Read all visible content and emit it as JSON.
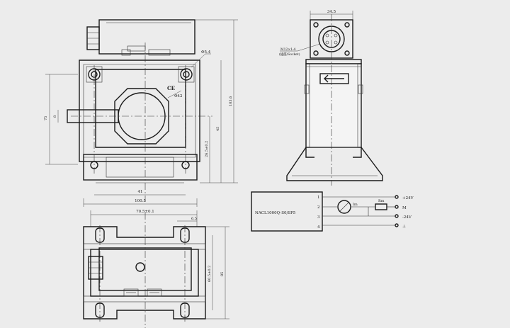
{
  "drawing": {
    "front_view": {
      "dims": {
        "top_width": "100.5",
        "inner_width": "41",
        "hole_dia": "Φ42",
        "mount_hole": "Φ5.4",
        "mark": "CE",
        "left_height": "75",
        "left_inner": "8",
        "right_overall": "103.6",
        "right_mid": "45",
        "right_low": "26.5±0.2"
      }
    },
    "bottom_view": {
      "dims": {
        "top_width": "70.5±0.1",
        "slot": "6.5",
        "right_outer": "85",
        "right_inner": "60.5±0.2"
      }
    },
    "side_view": {
      "dims": {
        "top_width": "34.5",
        "connector_label_1": "M12×1-4",
        "connector_label_2": "(插座/Socket)"
      }
    },
    "wiring": {
      "model": "NACL1000Q-S0/SP5",
      "pins": [
        "1",
        "2",
        "3",
        "4"
      ],
      "terminals": [
        "+24V",
        "M",
        "-24V",
        "⊥"
      ],
      "im_label": "Im",
      "rm_label": "Rm"
    }
  }
}
